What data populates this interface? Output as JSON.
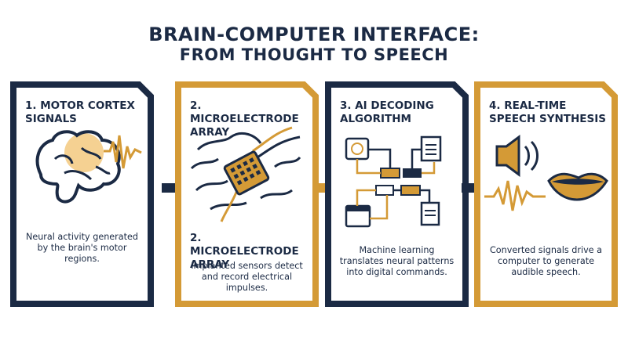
{
  "title": {
    "line1": "BRAIN-COMPUTER INTERFACE:",
    "line2": "FROM THOUGHT TO SPEECH"
  },
  "colors": {
    "navy": "#1b2a44",
    "gold": "#d49a36"
  },
  "panels": [
    {
      "heading": "1. MOTOR CORTEX SIGNALS",
      "description": "Neural activity generated by the brain's motor regions.",
      "icon": "brain-signal-icon"
    },
    {
      "heading": "2. MICROELECTRODE ARRAY",
      "subheading": "2. MICROELECTRODE ARRAY",
      "description": "Implanted sensors detect and record electrical impulses.",
      "icon": "electrode-array-icon"
    },
    {
      "heading": "3. AI DECODING ALGORITHM",
      "description": "Machine learning translates neural patterns into digital commands.",
      "icon": "flowchart-icon"
    },
    {
      "heading": "4. REAL-TIME SPEECH SYNTHESIS",
      "description": "Converted signals drive a computer to generate audible speech.",
      "icon": "speaker-mouth-icon"
    }
  ]
}
